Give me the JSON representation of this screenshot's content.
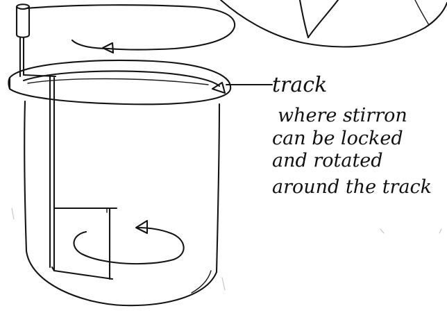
{
  "labels": {
    "track": "track",
    "note_lines": [
      "where stirron",
      "can be locked",
      "and rotated",
      "around the track"
    ]
  },
  "colors": {
    "ink": "#141414",
    "paper": "#ffffff"
  }
}
